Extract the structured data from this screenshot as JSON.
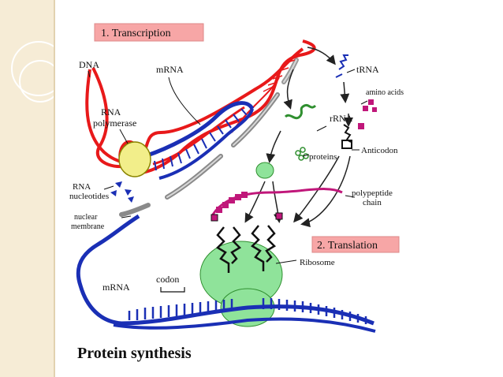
{
  "slide": {
    "caption": "Protein synthesis",
    "stage_titles": {
      "transcription": "1. Transcription",
      "translation": "2. Translation"
    },
    "labels": {
      "dna": "DNA",
      "mrna_top": "mRNA",
      "rna_polymerase_1": "RNA",
      "rna_polymerase_2": "polymerase",
      "trna": "tRNA",
      "amino_acids": "amino acids",
      "rrna": "rRNA",
      "anticodon": "Anticodon",
      "proteins": "proteins",
      "rna_nucleotides_1": "RNA",
      "rna_nucleotides_2": "nucleotides",
      "polypeptide_1": "polypeptide",
      "polypeptide_2": "chain",
      "nuclear_1": "nuclear",
      "nuclear_2": "membrane",
      "ribosome": "Ribosome",
      "codon": "codon",
      "mrna_bottom": "mRNA"
    },
    "colors": {
      "dna_strand": "#e8191a",
      "mrna_strand": "#1a2fb5",
      "polymerase": "#f2ee8a",
      "ribosome": "#8fe39a",
      "title_box": "#f7a6a6",
      "amino_acid": "#c0177a",
      "rrna": "#2f8f2f"
    }
  }
}
